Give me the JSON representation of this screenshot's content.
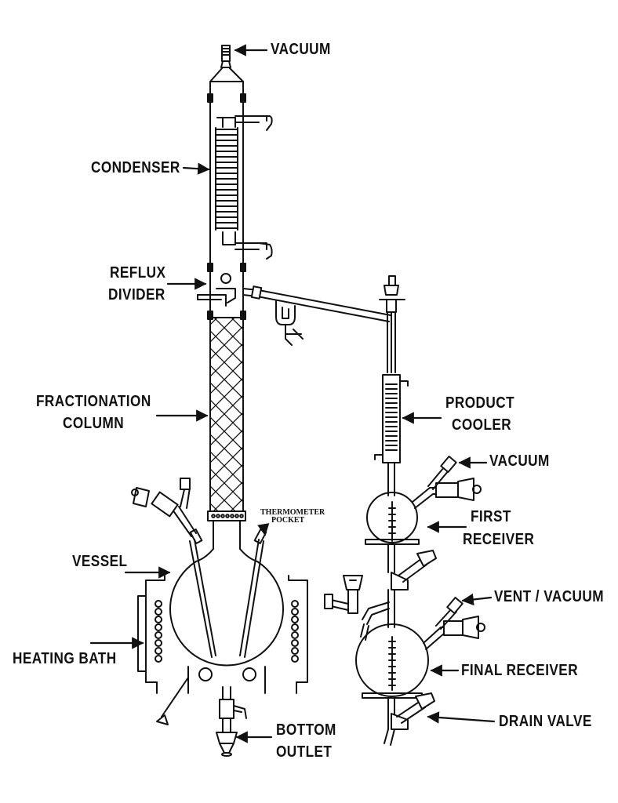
{
  "labels": {
    "vacuum_top": "VACUUM",
    "condenser": "CONDENSER",
    "reflux_line1": "REFLUX",
    "reflux_line2": "DIVIDER",
    "fractionation_line1": "FRACTIONATION",
    "fractionation_line2": "COLUMN",
    "product_line1": "PRODUCT",
    "product_line2": "COOLER",
    "vacuum_right": "VACUUM",
    "first_line1": "FIRST",
    "first_line2": "RECEIVER",
    "thermo_line1": "THERMOMETER",
    "thermo_line2": "POCKET",
    "vessel": "VESSEL",
    "vent_vacuum": "VENT / VACUUM",
    "heating_bath": "HEATING BATH",
    "final_receiver": "FINAL RECEIVER",
    "drain_valve": "DRAIN VALVE",
    "bottom_line1": "BOTTOM",
    "bottom_line2": "OUTLET"
  },
  "colors": {
    "ink": "#111111",
    "paper": "#ffffff"
  }
}
